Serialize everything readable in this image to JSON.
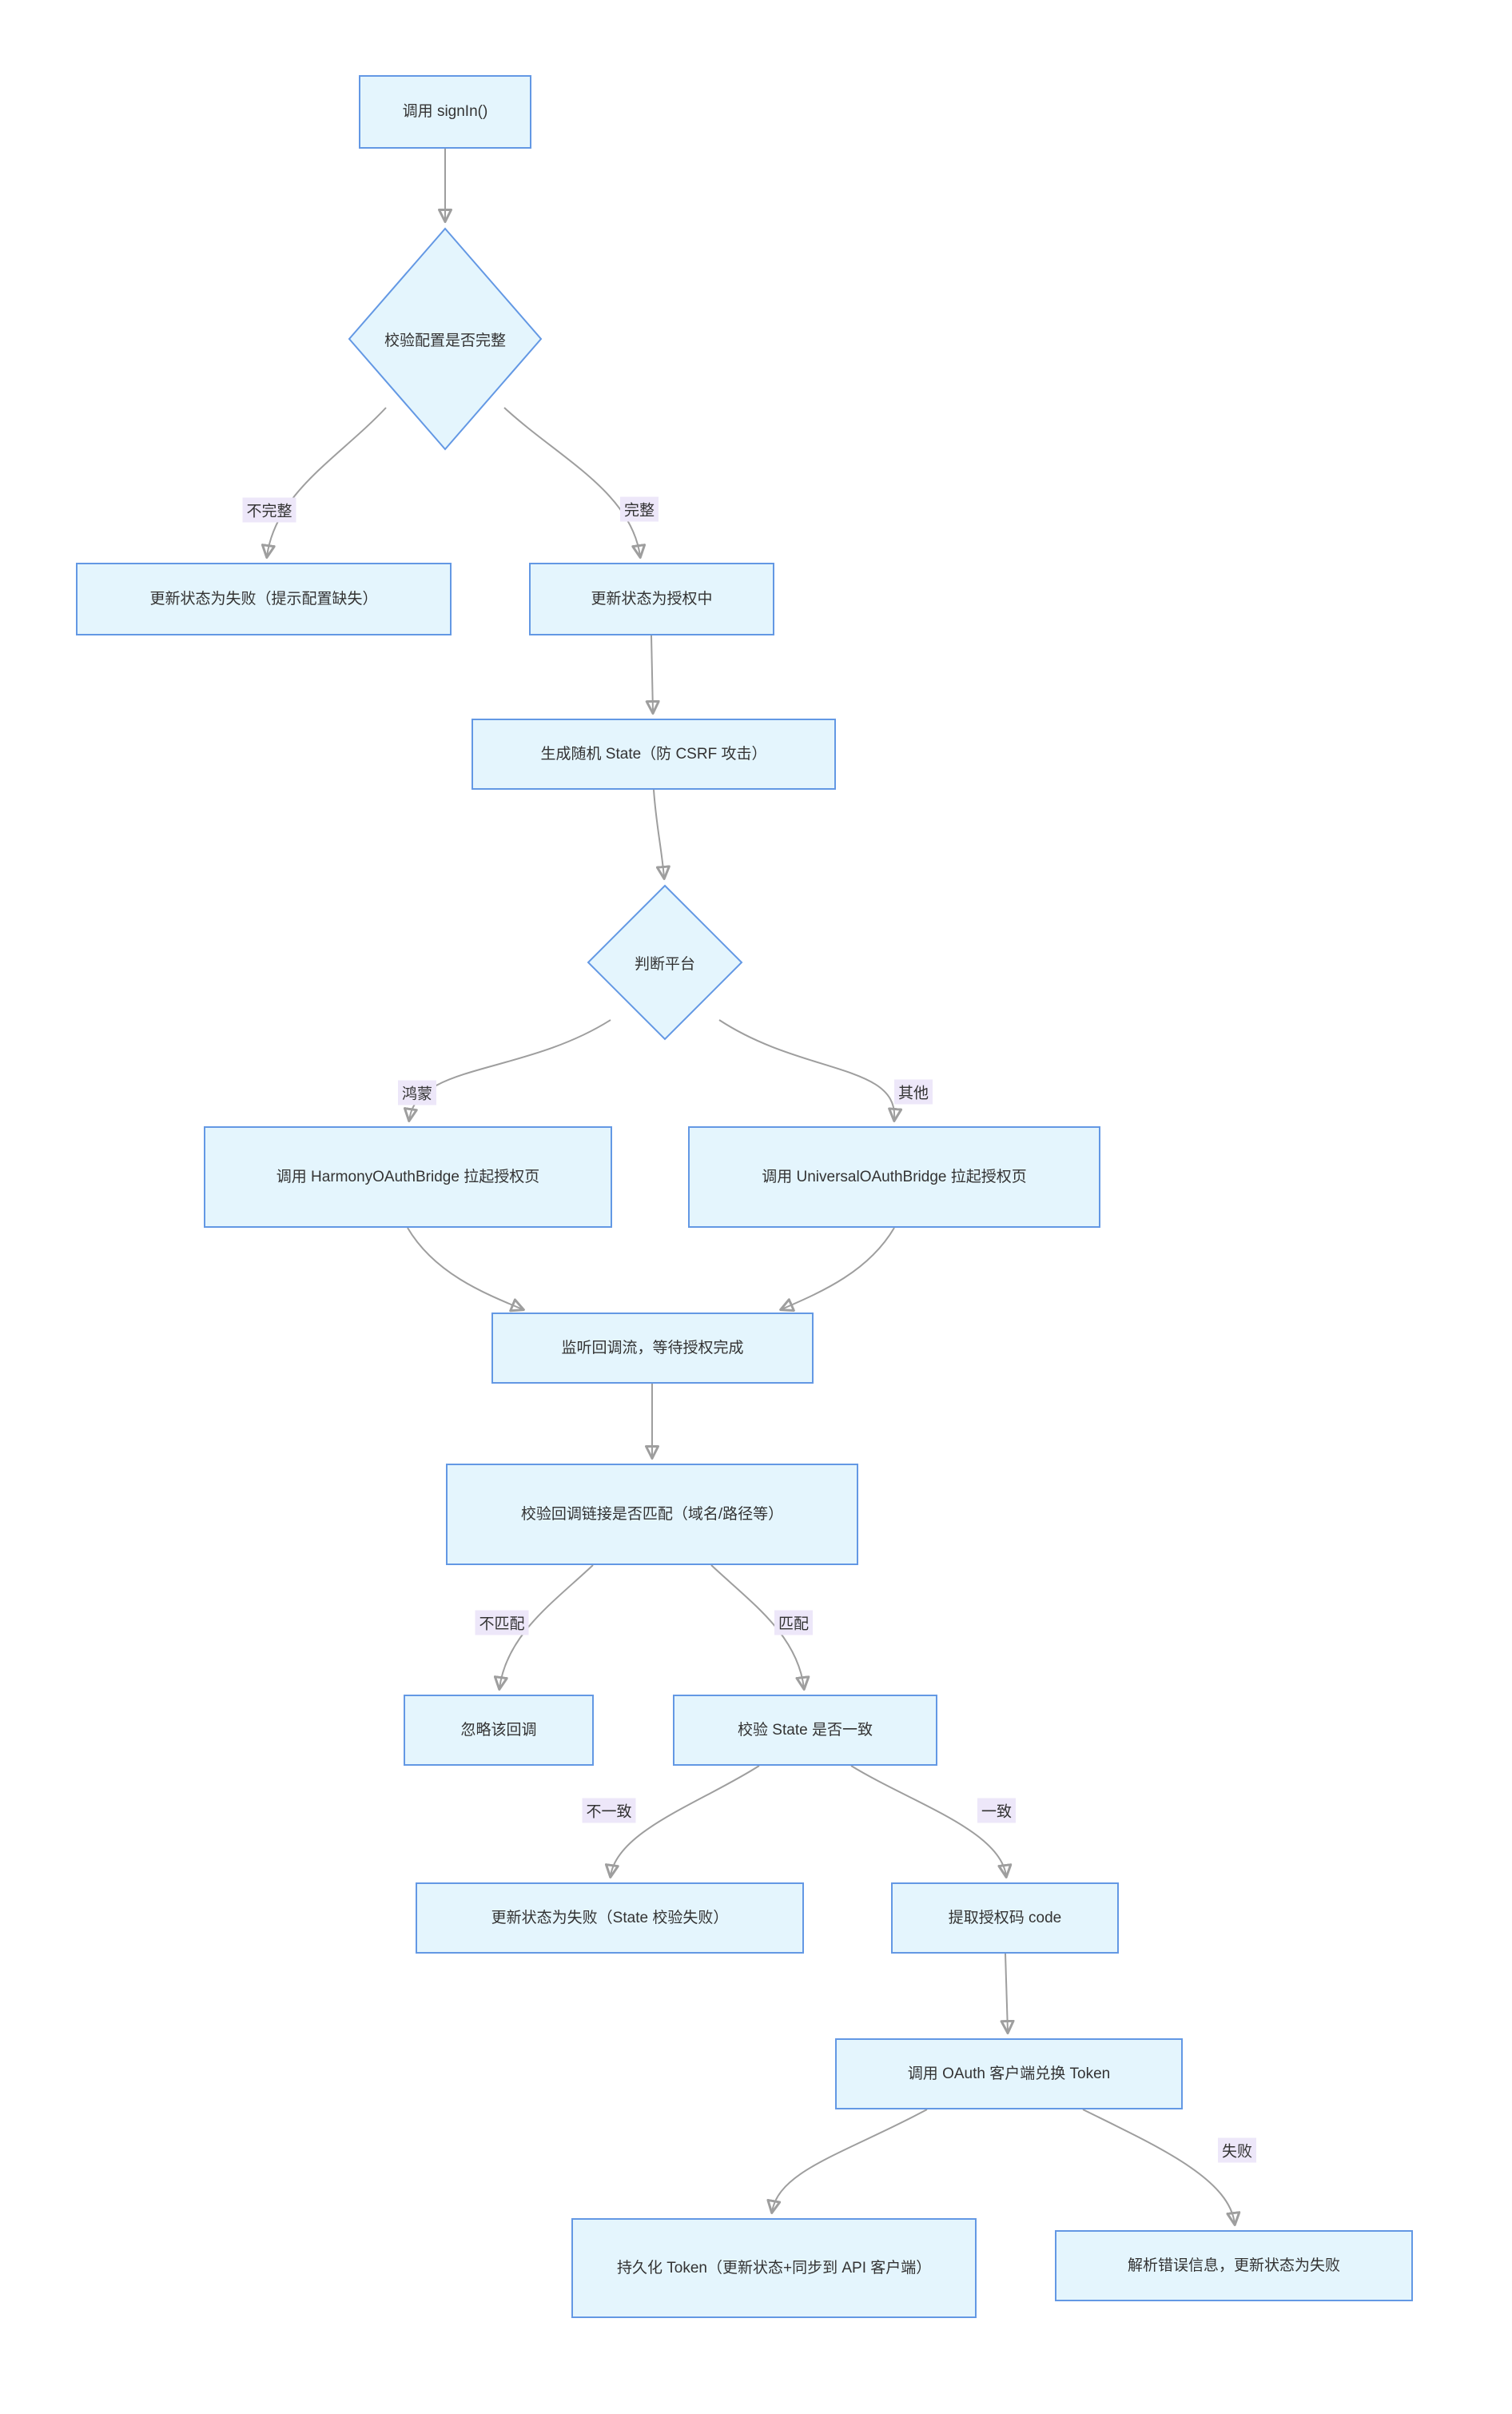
{
  "diagram": {
    "type": "flowchart",
    "nodes": {
      "sign_in": {
        "label": "调用 signIn()",
        "shape": "rect"
      },
      "check_config": {
        "label": "校验配置是否完整",
        "shape": "diamond"
      },
      "fail_config": {
        "label": "更新状态为失败（提示配置缺失）",
        "shape": "rect"
      },
      "authorizing": {
        "label": "更新状态为授权中",
        "shape": "rect"
      },
      "gen_state": {
        "label": "生成随机 State（防 CSRF 攻击）",
        "shape": "rect"
      },
      "judge_platform": {
        "label": "判断平台",
        "shape": "diamond"
      },
      "harmony_bridge": {
        "label": "调用 HarmonyOAuthBridge 拉起授权页",
        "shape": "rect"
      },
      "universal_bridge": {
        "label": "调用 UniversalOAuthBridge 拉起授权页",
        "shape": "rect"
      },
      "listen_callback": {
        "label": "监听回调流，等待授权完成",
        "shape": "rect"
      },
      "check_callback_url": {
        "label": "校验回调链接是否匹配（域名/路径等）",
        "shape": "rect"
      },
      "ignore_callback": {
        "label": "忽略该回调",
        "shape": "rect"
      },
      "check_state": {
        "label": "校验 State 是否一致",
        "shape": "rect"
      },
      "fail_state": {
        "label": "更新状态为失败（State 校验失败）",
        "shape": "rect"
      },
      "extract_code": {
        "label": "提取授权码 code",
        "shape": "rect"
      },
      "exchange_token": {
        "label": "调用 OAuth 客户端兑换 Token",
        "shape": "rect"
      },
      "persist_token": {
        "label": "持久化 Token（更新状态+同步到 API 客户端）",
        "shape": "rect"
      },
      "parse_error": {
        "label": "解析错误信息，更新状态为失败",
        "shape": "rect"
      }
    },
    "edge_labels": {
      "incomplete": "不完整",
      "complete": "完整",
      "harmony": "鸿蒙",
      "other": "其他",
      "not_match": "不匹配",
      "match": "匹配",
      "not_equal": "不一致",
      "equal": "一致",
      "fail": "失败"
    },
    "colors": {
      "node_fill": "#e4f5fd",
      "node_border": "#6398e4",
      "edge_line": "#9e9e9e",
      "edge_label_bg": "#ede7f9",
      "text": "#333333"
    }
  }
}
